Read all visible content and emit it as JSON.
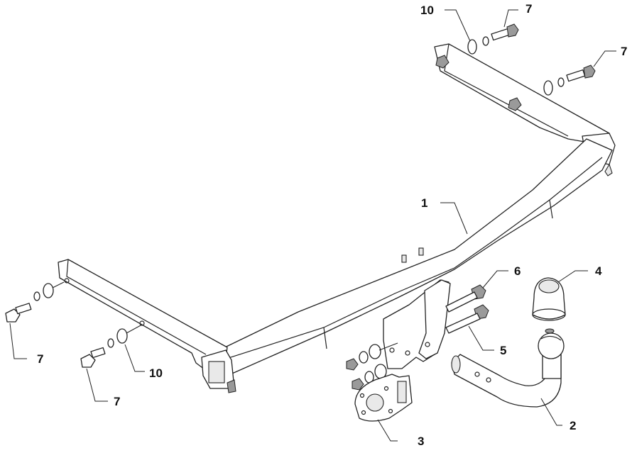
{
  "labels": {
    "p1": "1",
    "p2": "2",
    "p3": "3",
    "p4": "4",
    "p5": "5",
    "p6": "6",
    "p7_top": "7",
    "p7_topright": "7",
    "p7_left": "7",
    "p7_bottom": "7",
    "p10_top": "10",
    "p10_bottom": "10"
  }
}
